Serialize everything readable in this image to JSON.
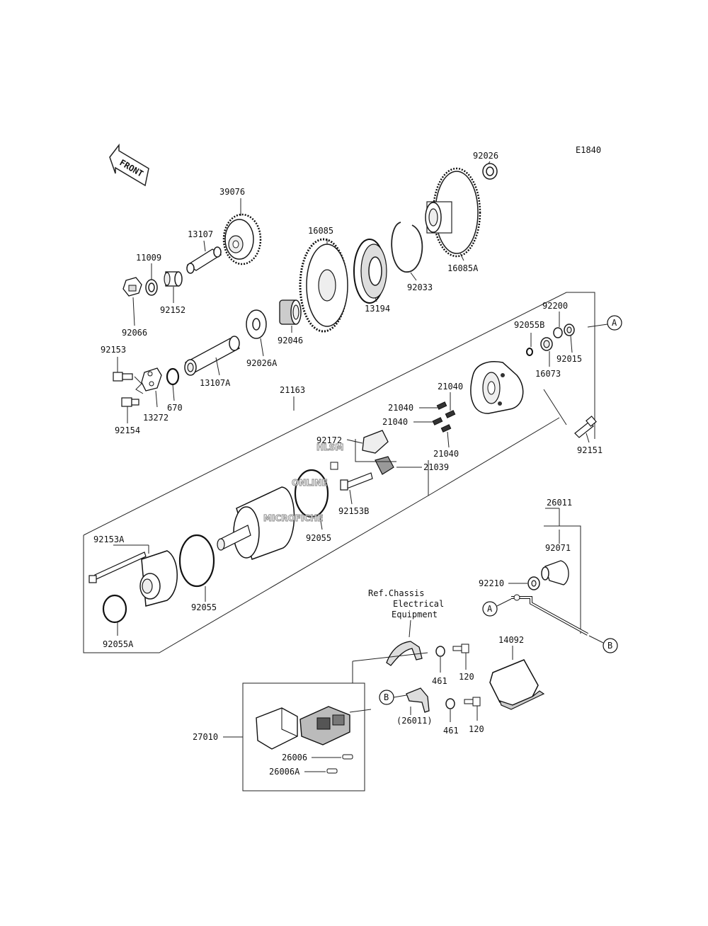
{
  "diagram_code": "E1840",
  "front_label": "FRONT",
  "watermark": [
    "HLSM",
    "ONLINE",
    "MICROFICHE"
  ],
  "callout_a": "A",
  "callout_b": "B",
  "ref_note": [
    "Ref.Chassis",
    "Electrical",
    "Equipment"
  ],
  "part_numbers": {
    "p92026": "92026",
    "p39076": "39076",
    "p13107": "13107",
    "p16085": "16085",
    "p11009": "11009",
    "p92152": "92152",
    "p92066": "92066",
    "p13194": "13194",
    "p92033": "92033",
    "p16085A": "16085A",
    "p92046": "92046",
    "p92026A": "92026A",
    "p13107A": "13107A",
    "p92153": "92153",
    "p670": "670",
    "p13272": "13272",
    "p92154": "92154",
    "p21163": "21163",
    "p92200": "92200",
    "p92055B": "92055B",
    "p92015": "92015",
    "p16073": "16073",
    "p21040_1": "21040",
    "p21040_2": "21040",
    "p21040_3": "21040",
    "p21040_4": "21040",
    "p92172": "92172",
    "p21039": "21039",
    "p92153B": "92153B",
    "p92151": "92151",
    "p92055_1": "92055",
    "p92153A": "92153A",
    "p92055_2": "92055",
    "p92055A": "92055A",
    "p26011": "26011",
    "p92071": "92071",
    "p92210": "92210",
    "p14092": "14092",
    "p461_1": "461",
    "p120_1": "120",
    "p26011_ref": "(26011)",
    "p461_2": "461",
    "p120_2": "120",
    "p27010": "27010",
    "p26006": "26006",
    "p26006A": "26006A"
  }
}
